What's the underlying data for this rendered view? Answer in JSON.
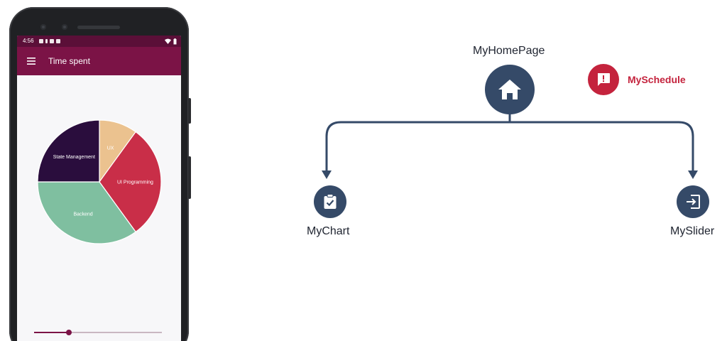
{
  "phone": {
    "status_time": "4:56",
    "app_title": "Time spent",
    "slider_value": 0.27,
    "chart_data": {
      "type": "pie",
      "slices": [
        {
          "label": "UX",
          "value": 10,
          "color": "#ebc28f"
        },
        {
          "label": "UI Programming",
          "value": 30,
          "color": "#c92e48"
        },
        {
          "label": "Backend",
          "value": 35,
          "color": "#7fbfa0"
        },
        {
          "label": "State Management",
          "value": 25,
          "color": "#2a0d3d"
        }
      ],
      "label_color": "#ffffff"
    }
  },
  "diagram": {
    "root": {
      "label": "MyHomePage",
      "icon": "home-icon"
    },
    "left_child": {
      "label": "MyChart",
      "icon": "clipboard-check-icon"
    },
    "right_child": {
      "label": "MySlider",
      "icon": "exit-to-app-icon"
    },
    "legend": {
      "label": "MySchedule",
      "icon": "feedback-icon"
    },
    "colors": {
      "node": "#354a68",
      "line": "#354a68",
      "accent": "#c4233d"
    }
  }
}
